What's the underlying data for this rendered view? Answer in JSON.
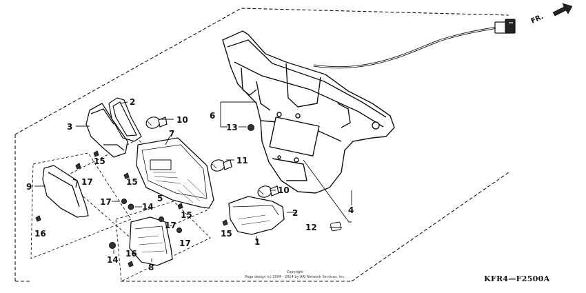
{
  "diagram": {
    "direction_label": "FR.",
    "reference_code": "KFR4—F2500A",
    "copyright": {
      "line1": "Copyright",
      "line2": "Page design (c) 2004 - 2014 by ARI Network Services, Inc."
    },
    "callouts": {
      "c1": "1",
      "c2a": "2",
      "c2b": "2",
      "c3": "3",
      "c4": "4",
      "c5": "5",
      "c6": "6",
      "c7": "7",
      "c8": "8",
      "c9": "9",
      "c10a": "10",
      "c10b": "10",
      "c11": "11",
      "c12": "12",
      "c13": "13",
      "c14a": "14",
      "c14b": "14",
      "c15a": "15",
      "c15b": "15",
      "c15c": "15",
      "c15d": "15",
      "c16a": "16",
      "c16b": "16",
      "c17a": "17",
      "c17b": "17",
      "c17c": "17",
      "c17d": "17"
    }
  }
}
